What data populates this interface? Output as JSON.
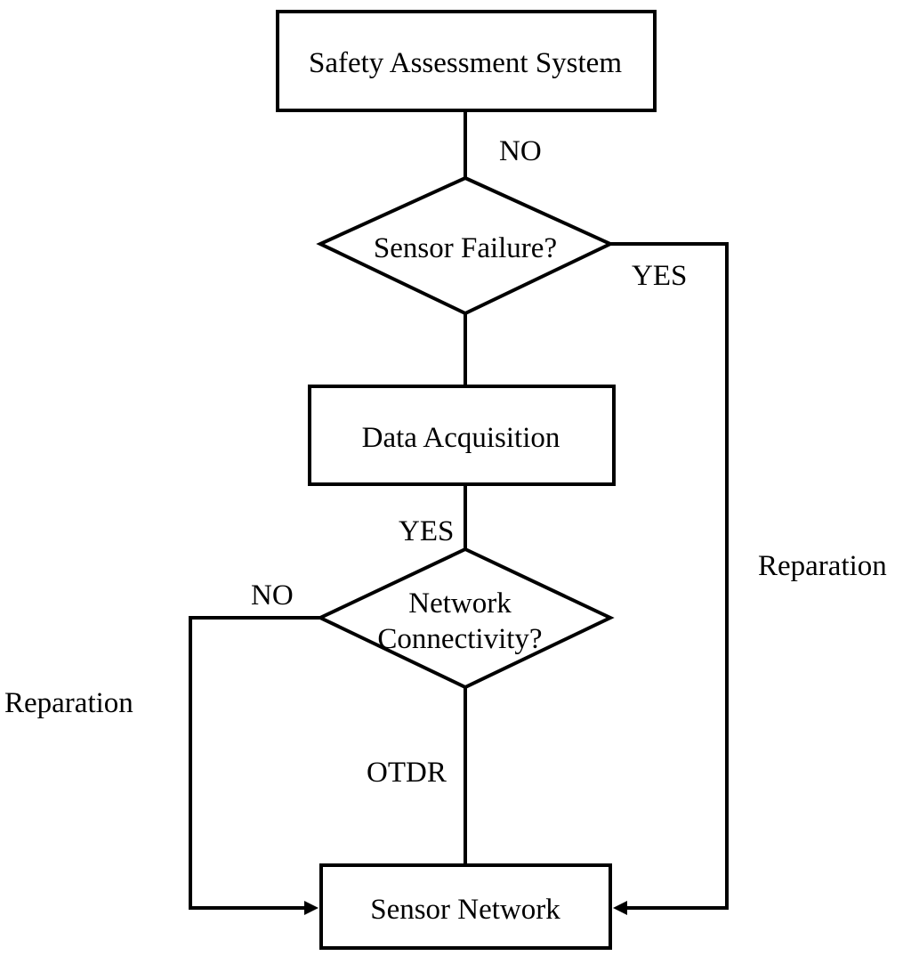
{
  "nodes": {
    "safety_assessment": "Safety Assessment System",
    "sensor_failure": "Sensor Failure?",
    "data_acquisition": "Data Acquisition",
    "network_connectivity_line1": "Network",
    "network_connectivity_line2": "Connectivity?",
    "sensor_network": "Sensor Network"
  },
  "edge_labels": {
    "safety_to_failure": "NO",
    "failure_yes": "YES",
    "acquisition_to_connectivity": "YES",
    "connectivity_no": "NO",
    "connectivity_to_network": "OTDR",
    "right_loop": "Reparation",
    "left_loop": "Reparation"
  }
}
